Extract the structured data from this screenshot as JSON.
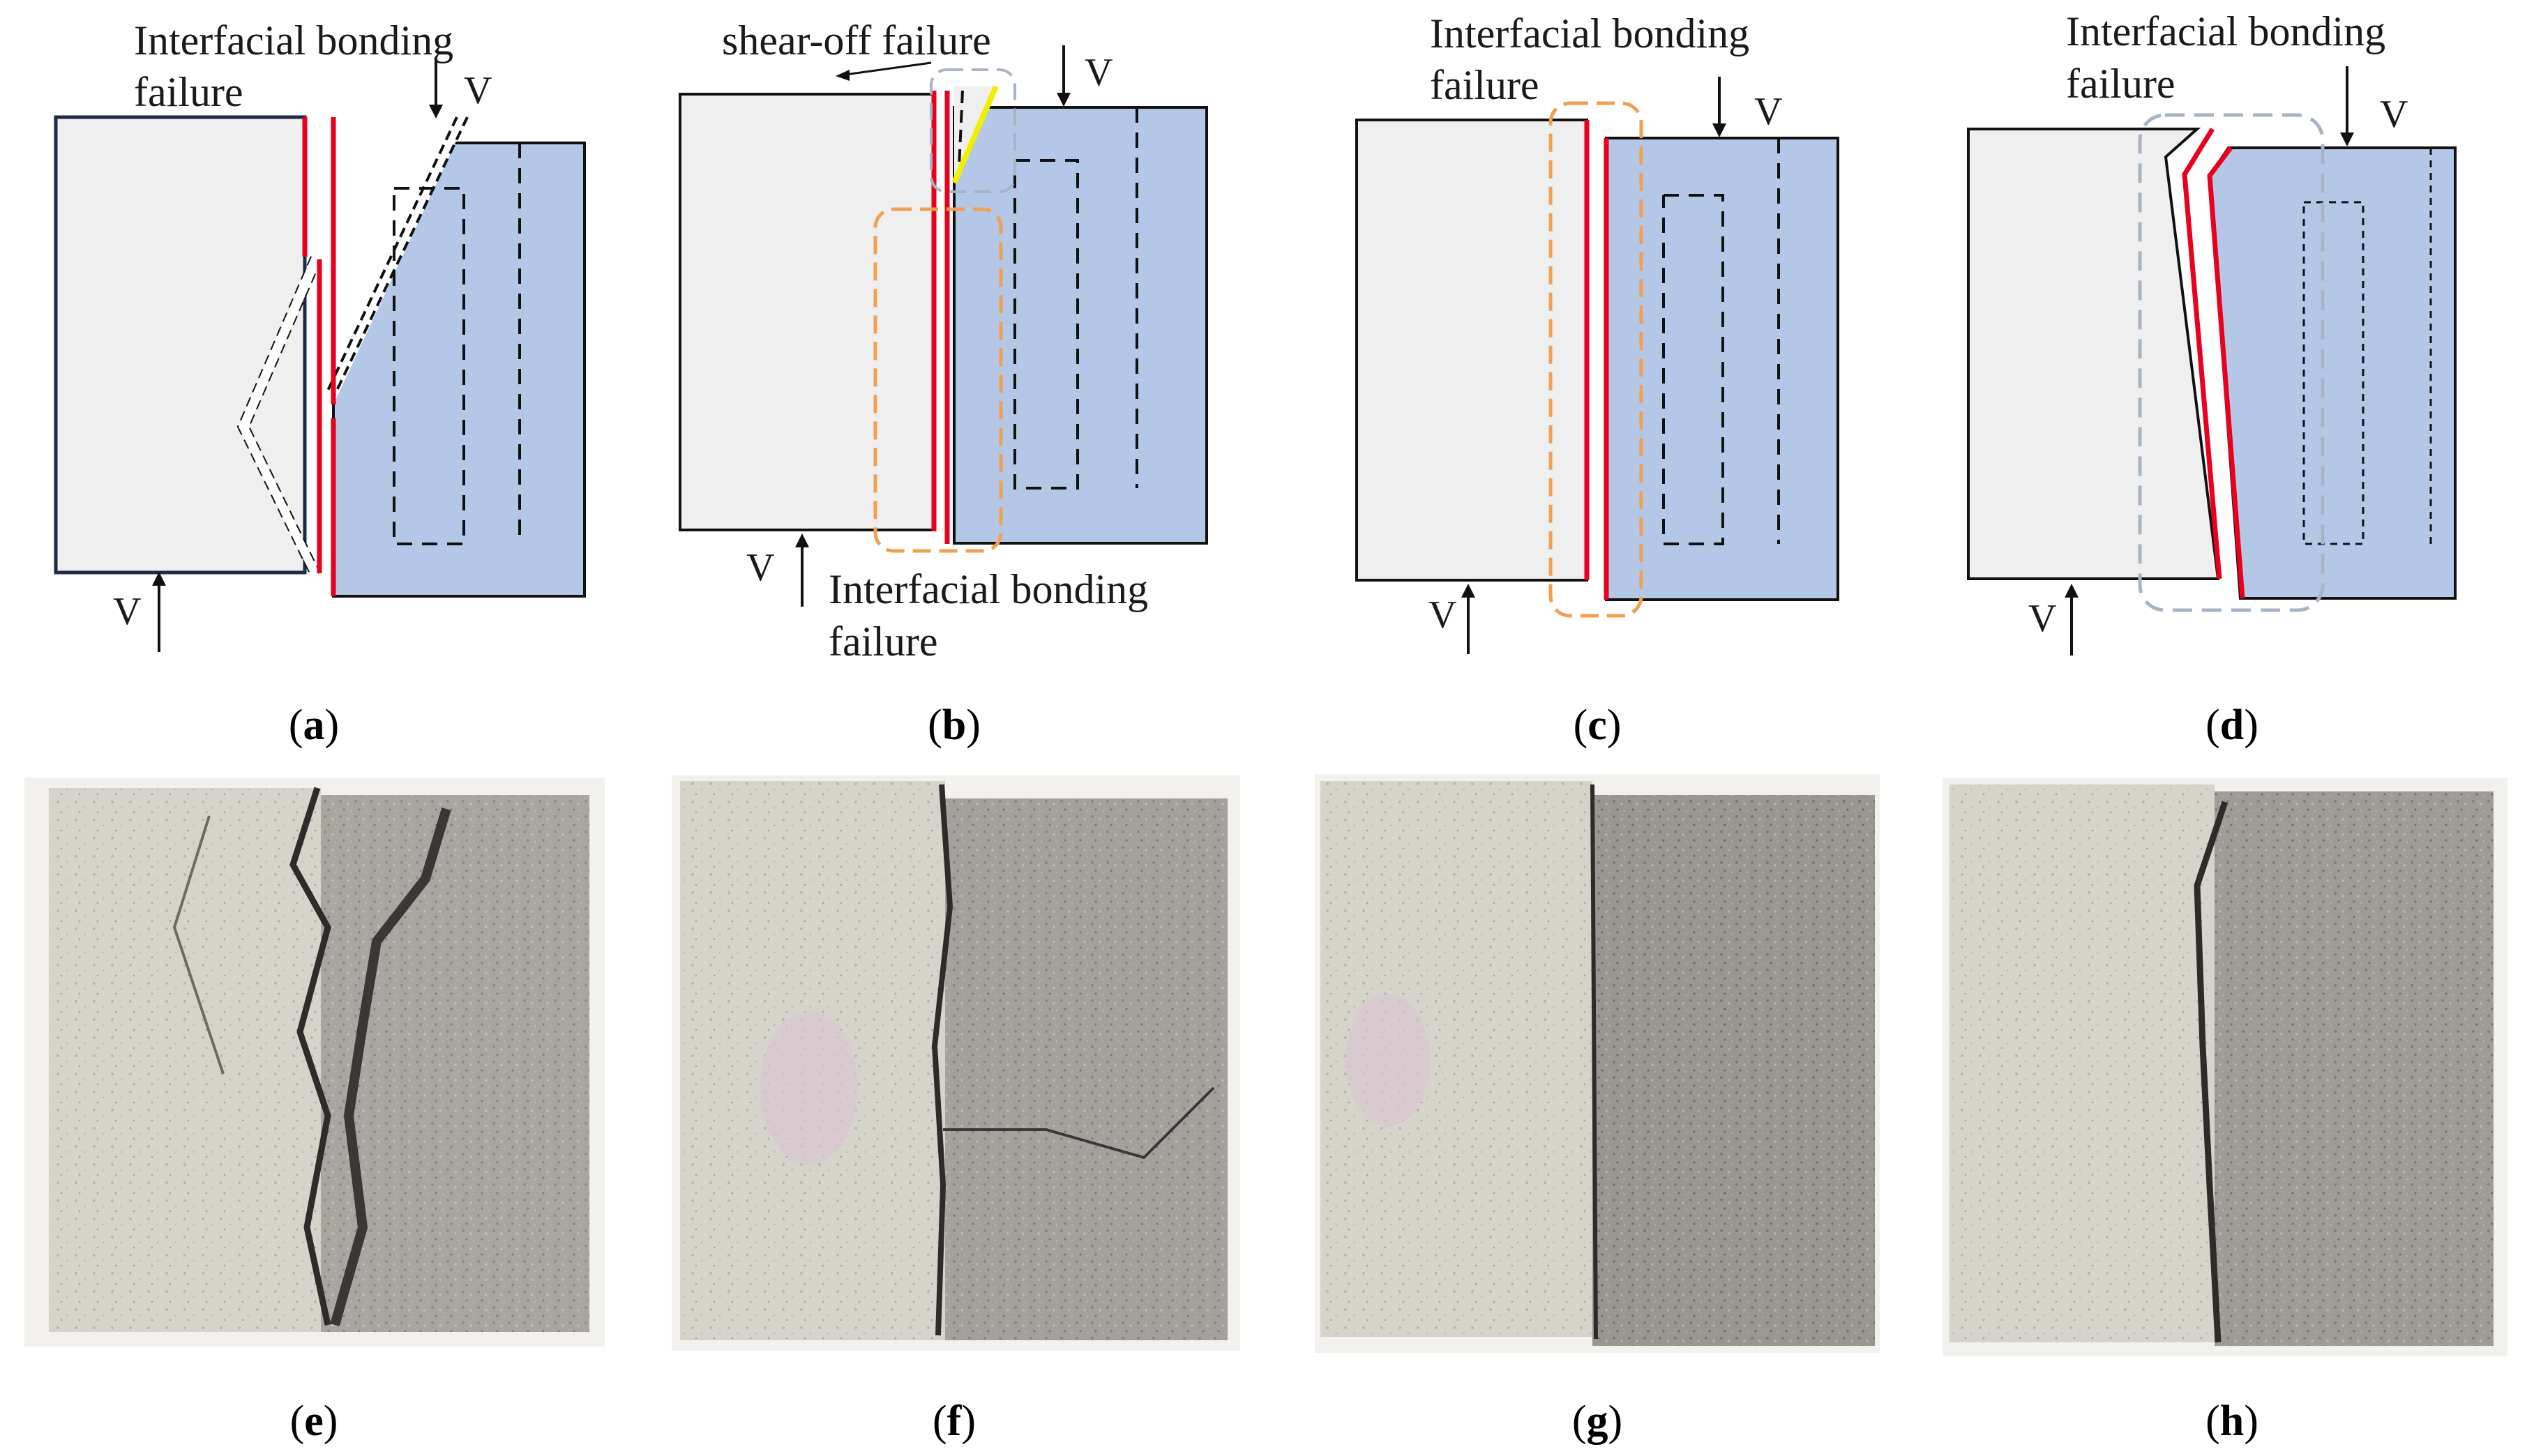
{
  "panels": {
    "a": {
      "label_line1": "Interfacial bonding",
      "label_line2": "failure",
      "load": "V"
    },
    "b": {
      "top_label": "shear-off failure",
      "bottom_line1": "Interfacial bonding",
      "bottom_line2": "failure",
      "load": "V"
    },
    "c": {
      "label_line1": "Interfacial bonding",
      "label_line2": "failure",
      "load": "V"
    },
    "d": {
      "label_line1": "Interfacial bonding",
      "label_line2": "failure",
      "load": "V"
    }
  },
  "captions": [
    {
      "open": "(",
      "letter": "a",
      "close": ")"
    },
    {
      "open": "(",
      "letter": "b",
      "close": ")"
    },
    {
      "open": "(",
      "letter": "c",
      "close": ")"
    },
    {
      "open": "(",
      "letter": "d",
      "close": ")"
    },
    {
      "open": "(",
      "letter": "e",
      "close": ")"
    },
    {
      "open": "(",
      "letter": "f",
      "close": ")"
    },
    {
      "open": "(",
      "letter": "g",
      "close": ")"
    },
    {
      "open": "(",
      "letter": "h",
      "close": ")"
    }
  ],
  "colors": {
    "old_concrete": "#efefef",
    "new_concrete": "#b4c7e7",
    "interface_failure": "#e8001c",
    "shear_plane": "#f0f000",
    "orange_box": "#f0a050",
    "grey_box": "#a8b4c4",
    "photo_light": "#d4d1c8",
    "photo_dark": "#8e8c86"
  }
}
